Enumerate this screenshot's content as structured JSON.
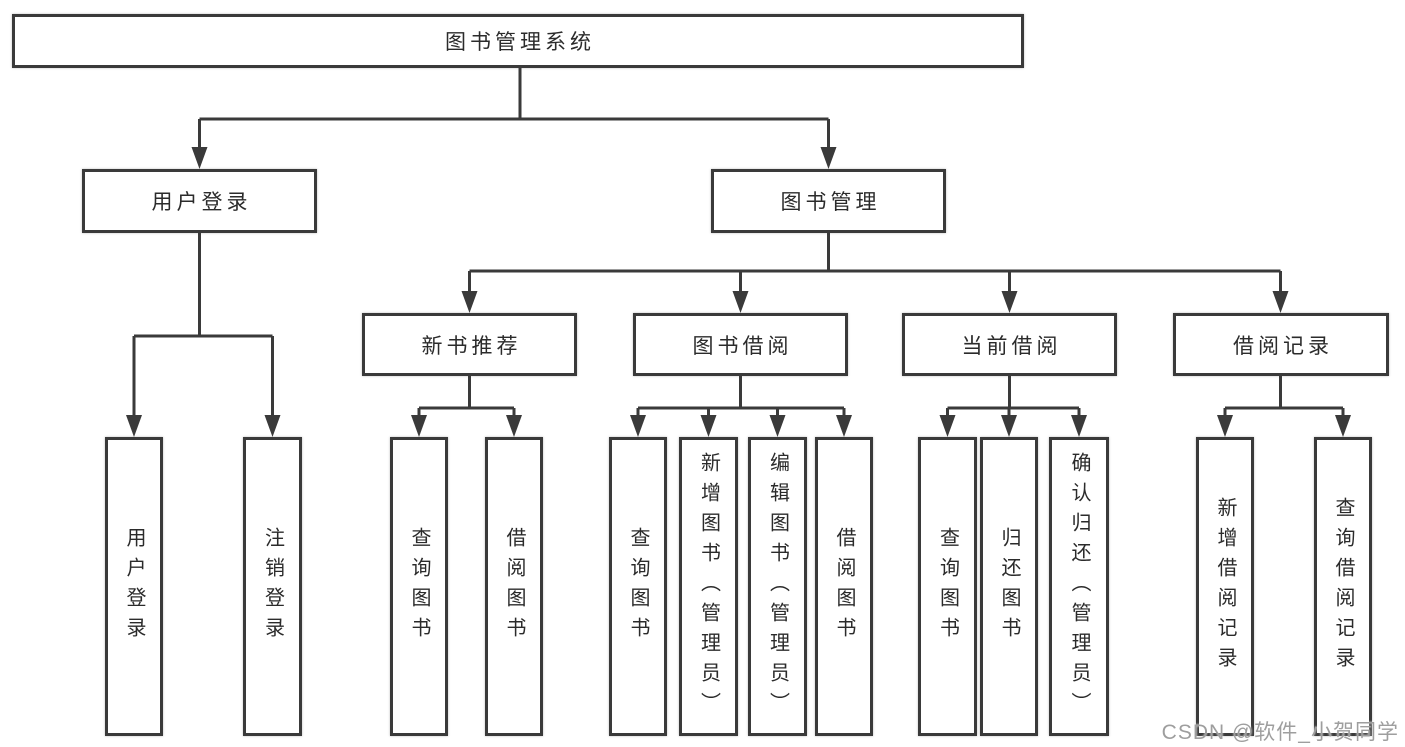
{
  "diagram": {
    "root": "图书管理系统",
    "level2": [
      "用户登录",
      "图书管理"
    ],
    "level3": [
      "新书推荐",
      "图书借阅",
      "当前借阅",
      "借阅记录"
    ],
    "leaves": {
      "user_login": [
        "用户登录",
        "注销登录"
      ],
      "new_book": [
        "查询图书",
        "借阅图书"
      ],
      "book_borrow": [
        "查询图书",
        "新增图书（管理员）",
        "编辑图书（管理员）",
        "借阅图书"
      ],
      "current_borrow": [
        "查询图书",
        "归还图书",
        "确认归还（管理员）"
      ],
      "borrow_record": [
        "新增借阅记录",
        "查询借阅记录"
      ]
    },
    "watermark": "CSDN @软件_小贺同学",
    "colors": {
      "line": "#3a3a3a",
      "text": "#2b2b2b",
      "watermark_text": "#9e9e9e",
      "background": "#ffffff"
    }
  }
}
